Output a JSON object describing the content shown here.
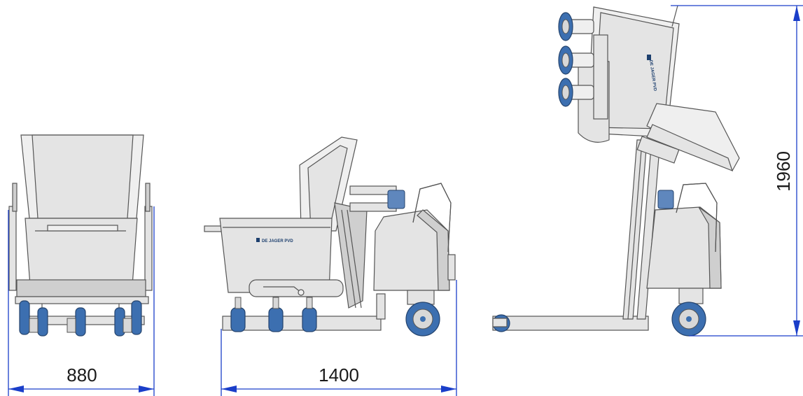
{
  "dimensions": {
    "width": {
      "label": "880"
    },
    "length": {
      "label": "1400"
    },
    "height": {
      "label": "1960"
    }
  },
  "logo": {
    "text": "DE JAGER PVD"
  },
  "colors": {
    "dimension_line": "#1a3ec9",
    "wheel": "#3c6fb0",
    "metal": "#e4e4e4",
    "outline": "#555555"
  }
}
